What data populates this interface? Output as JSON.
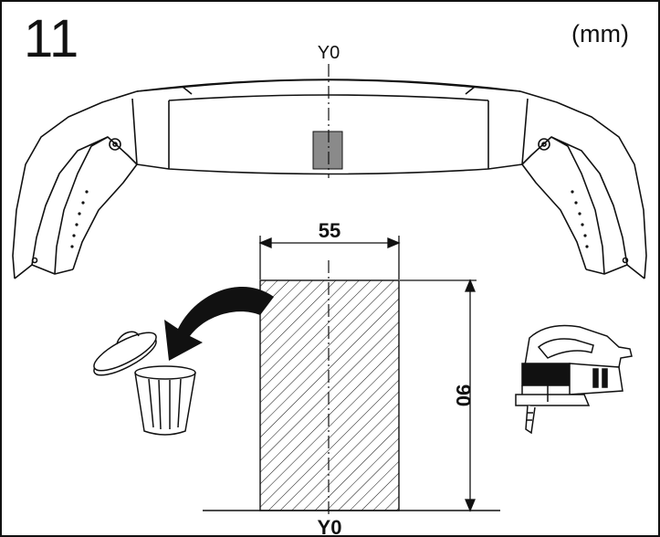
{
  "step": {
    "number": "11",
    "unit": "(mm)"
  },
  "axis": {
    "top_label": "Y0",
    "bottom_label": "Y0"
  },
  "cutout": {
    "width_mm": "55",
    "height_mm": "90"
  },
  "icons": {
    "bumper": "rear-bumper-icon",
    "trash": "trash-can-icon",
    "discard_arrow": "curved-arrow-icon",
    "tool": "jigsaw-icon",
    "cut_marker": "cut-area-marker-icon"
  },
  "colors": {
    "line": "#111111",
    "marker_fill": "#8a8a8a",
    "background": "#ffffff"
  }
}
